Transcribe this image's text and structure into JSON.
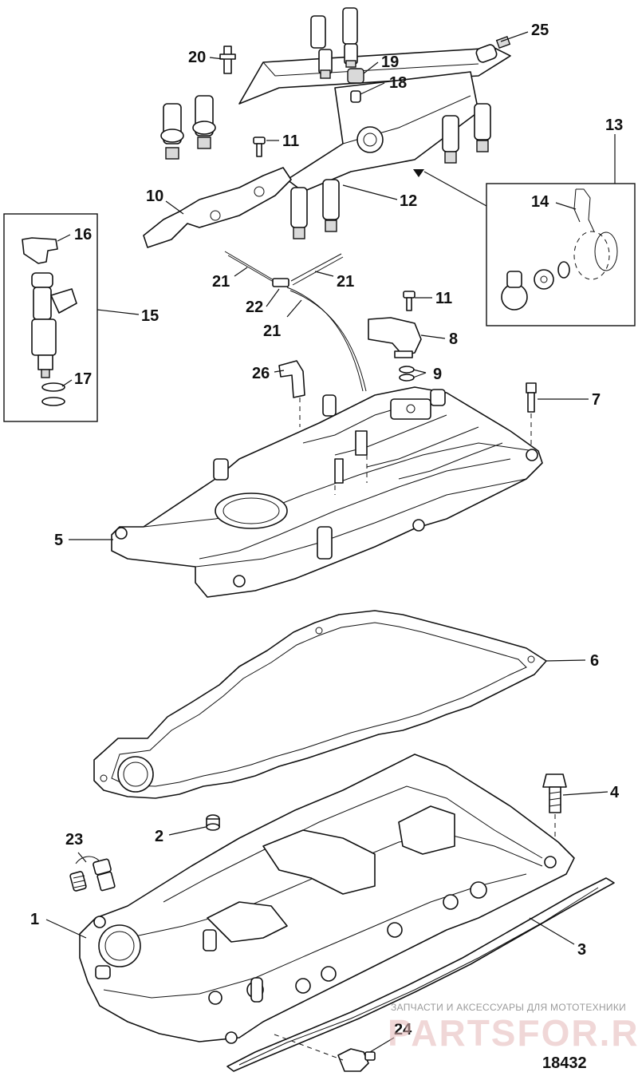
{
  "diagram": {
    "figure_number": "18432",
    "callouts": [
      {
        "id": "c1",
        "label": "1"
      },
      {
        "id": "c2",
        "label": "2"
      },
      {
        "id": "c3",
        "label": "3"
      },
      {
        "id": "c4",
        "label": "4"
      },
      {
        "id": "c5",
        "label": "5"
      },
      {
        "id": "c6",
        "label": "6"
      },
      {
        "id": "c7",
        "label": "7"
      },
      {
        "id": "c8",
        "label": "8"
      },
      {
        "id": "c9",
        "label": "9"
      },
      {
        "id": "c10",
        "label": "10"
      },
      {
        "id": "c11a",
        "label": "11"
      },
      {
        "id": "c11b",
        "label": "11"
      },
      {
        "id": "c12",
        "label": "12"
      },
      {
        "id": "c13",
        "label": "13"
      },
      {
        "id": "c14",
        "label": "14"
      },
      {
        "id": "c15",
        "label": "15"
      },
      {
        "id": "c16",
        "label": "16"
      },
      {
        "id": "c17",
        "label": "17"
      },
      {
        "id": "c18",
        "label": "18"
      },
      {
        "id": "c19",
        "label": "19"
      },
      {
        "id": "c20",
        "label": "20"
      },
      {
        "id": "c21a",
        "label": "21"
      },
      {
        "id": "c21b",
        "label": "21"
      },
      {
        "id": "c21c",
        "label": "21"
      },
      {
        "id": "c22",
        "label": "22"
      },
      {
        "id": "c23",
        "label": "23"
      },
      {
        "id": "c24",
        "label": "24"
      },
      {
        "id": "c25",
        "label": "25"
      },
      {
        "id": "c26",
        "label": "26"
      }
    ]
  },
  "watermark": {
    "line1": "ЗАПЧАСТИ И АКСЕССУАРЫ ДЛЯ МОТОТЕХНИКИ",
    "line2": "PARTSFOR.RU"
  }
}
